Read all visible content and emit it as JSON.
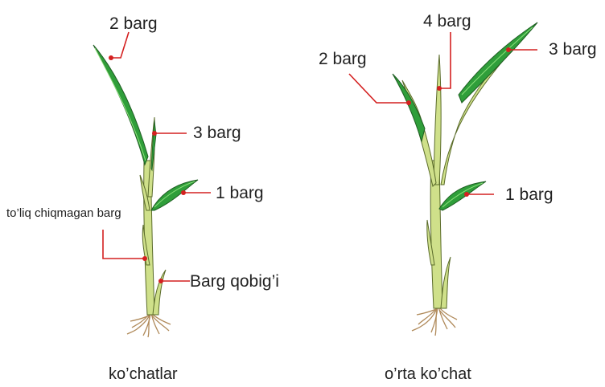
{
  "colors": {
    "leaf_fill": "#2f9e3a",
    "leaf_dark": "#1e7a2a",
    "leaf_light": "#7ed36a",
    "stem_fill": "#cfe08a",
    "stem_stroke": "#5a6b2a",
    "root": "#b08a5a",
    "callout": "#d42020"
  },
  "left_plant": {
    "caption": "ko’chatlar",
    "labels": {
      "leaf2": "2 barg",
      "leaf3": "3 barg",
      "leaf1": "1 barg",
      "incomplete": "to’liq chiqmagan barg",
      "sheath": "Barg qobig’i"
    }
  },
  "right_plant": {
    "caption": "o’rta ko’chat",
    "labels": {
      "leaf4": "4 barg",
      "leaf2": "2 barg",
      "leaf3": "3 barg",
      "leaf1": "1 barg"
    }
  }
}
